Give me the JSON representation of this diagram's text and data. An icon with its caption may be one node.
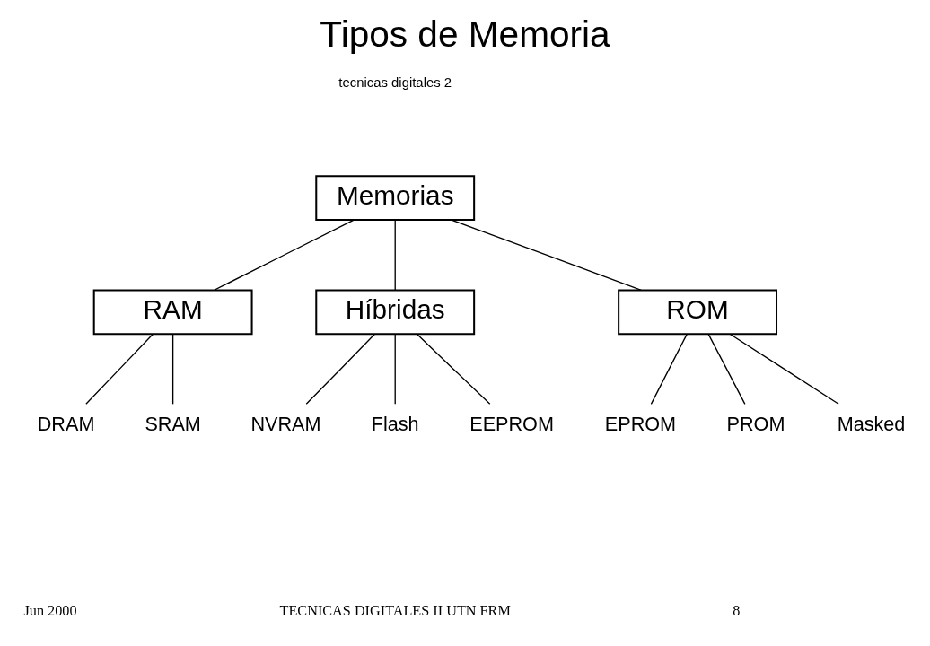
{
  "diagram": {
    "title": "Tipos de Memoria",
    "nodes": [
      {
        "text": [
          "Memorias"
        ]
      },
      {
        "text": [
          "RAM"
        ]
      },
      {
        "text": [
          "Híbridas"
        ]
      },
      {
        "text": [
          "ROM"
        ]
      },
      {
        "text": [
          "DRAM"
        ]
      },
      {
        "text": [
          "SRAM"
        ]
      },
      {
        "text": [
          "NVRAM"
        ]
      },
      {
        "text": [
          "Flash"
        ]
      },
      {
        "text": [
          "EEPROM"
        ]
      },
      {
        "text": [
          "EPROM"
        ]
      },
      {
        "text": [
          "PROM"
        ]
      },
      {
        "text": [
          "Masked"
        ]
      }
    ],
    "edges": [
      {
        "from": 0,
        "to": 1,
        "arrow": "none"
      },
      {
        "from": 0,
        "to": 2,
        "arrow": "none"
      },
      {
        "from": 0,
        "to": 3,
        "arrow": "none"
      },
      {
        "from": 1,
        "to": 4,
        "arrow": "none"
      },
      {
        "from": 1,
        "to": 5,
        "arrow": "none"
      },
      {
        "from": 2,
        "to": 6,
        "arrow": "none"
      },
      {
        "from": 2,
        "to": 7,
        "arrow": "none"
      },
      {
        "from": 2,
        "to": 8,
        "arrow": "none"
      },
      {
        "from": 3,
        "to": 9,
        "arrow": "none"
      },
      {
        "from": 3,
        "to": 10,
        "arrow": "none"
      },
      {
        "from": 3,
        "to": 11,
        "arrow": "none"
      }
    ],
    "labels": [
      "tecnicas digitales 2",
      "Jun 2000",
      "TECNICAS DIGITALES II UTN FRM",
      "8"
    ]
  }
}
